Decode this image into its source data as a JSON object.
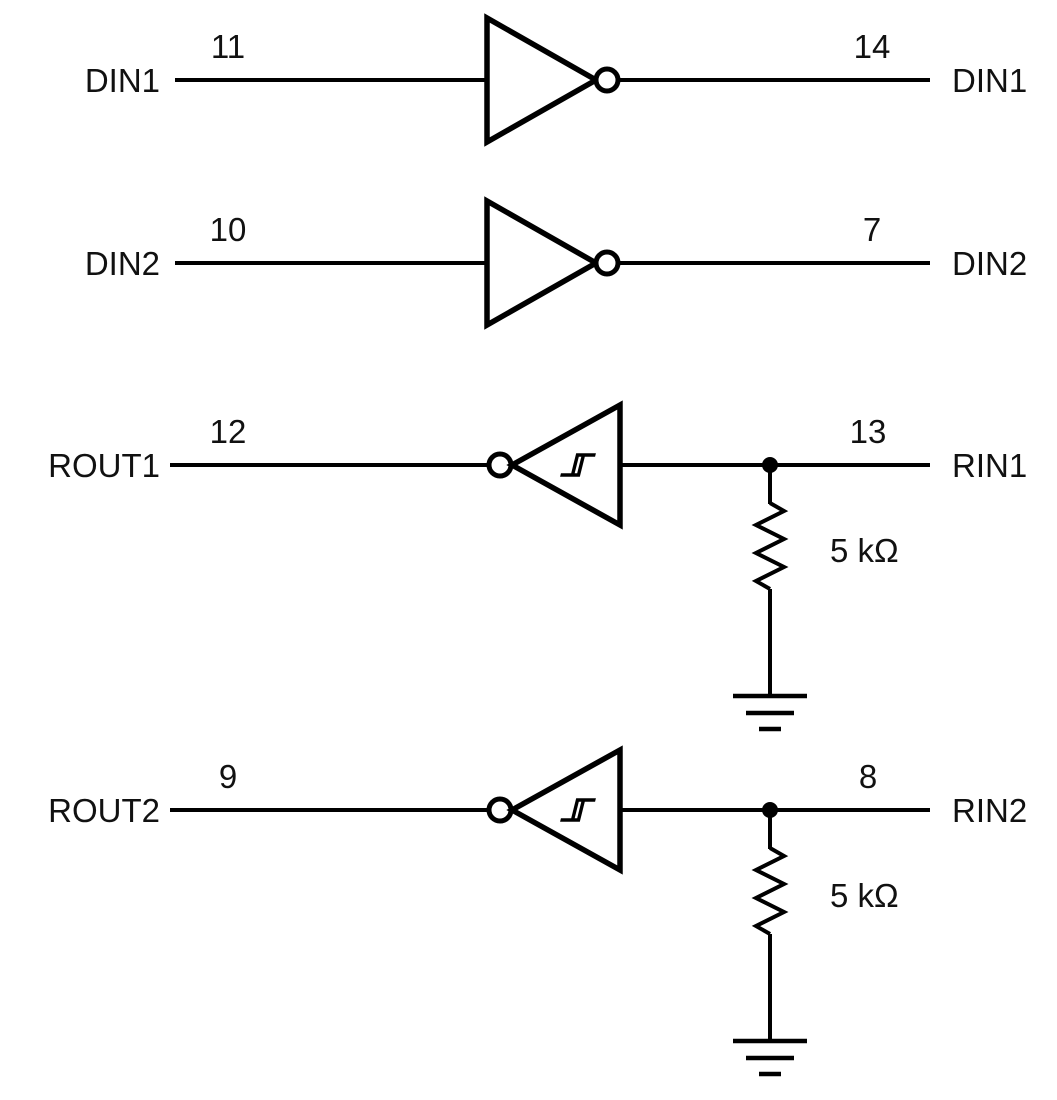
{
  "page": {
    "background": "#ffffff",
    "line_color": "#000000"
  },
  "diagram": {
    "type": "logic-circuit-diagram",
    "channels": [
      {
        "left_label": "DIN1",
        "left_pin": "11",
        "gate": "inverter",
        "gate_direction": "right",
        "right_pin": "14",
        "right_label": "DIN1",
        "pulldown": ""
      },
      {
        "left_label": "DIN2",
        "left_pin": "10",
        "gate": "inverter",
        "gate_direction": "right",
        "right_pin": "7",
        "right_label": "DIN2",
        "pulldown": ""
      },
      {
        "left_label": "ROUT1",
        "left_pin": "12",
        "gate": "schmitt-trigger-inverter",
        "gate_direction": "left",
        "right_pin": "13",
        "right_label": "RIN1",
        "pulldown": "5 kΩ"
      },
      {
        "left_label": "ROUT2",
        "left_pin": "9",
        "gate": "schmitt-trigger-inverter",
        "gate_direction": "left",
        "right_pin": "8",
        "right_label": "RIN2",
        "pulldown": "5 kΩ"
      }
    ]
  }
}
